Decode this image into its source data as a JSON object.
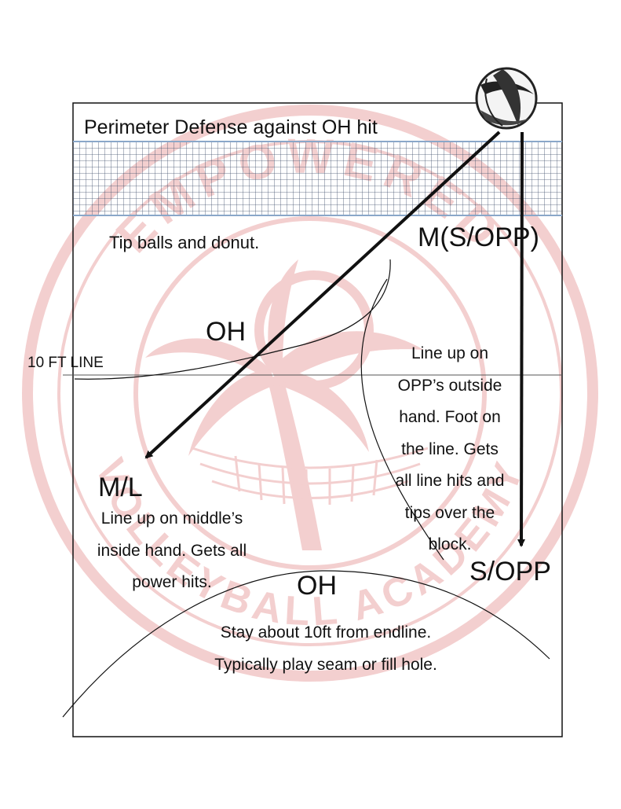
{
  "title": "Perimeter Defense against OH hit",
  "ten_ft_line": "10 FT LINE",
  "watermark": {
    "text_top": "EMPOWERED",
    "text_bottom": "VOLLEYBALL ACADEMY"
  },
  "positions": {
    "oh_front": "OH",
    "oh_back": "OH",
    "m_sopp": "M(S/OPP)",
    "ml": "M/L",
    "sopp": "S/OPP"
  },
  "notes": {
    "tip": "Tip balls and donut.",
    "right_lines": [
      "Line up on",
      "OPP’s outside",
      "hand. Foot on",
      "the line.  Gets",
      "all line hits and",
      "tips over the",
      "block."
    ],
    "left_lines": [
      "Line up on middle’s",
      "inside hand. Gets all",
      "power hits."
    ],
    "back_lines": [
      "Stay about 10ft from endline.",
      "Typically play seam or fill hole."
    ]
  },
  "colors": {
    "watermark": "#f2c7c7",
    "net_grid": "#3f4f6a",
    "net_line": "#8aa7c9",
    "ink": "#111111"
  }
}
